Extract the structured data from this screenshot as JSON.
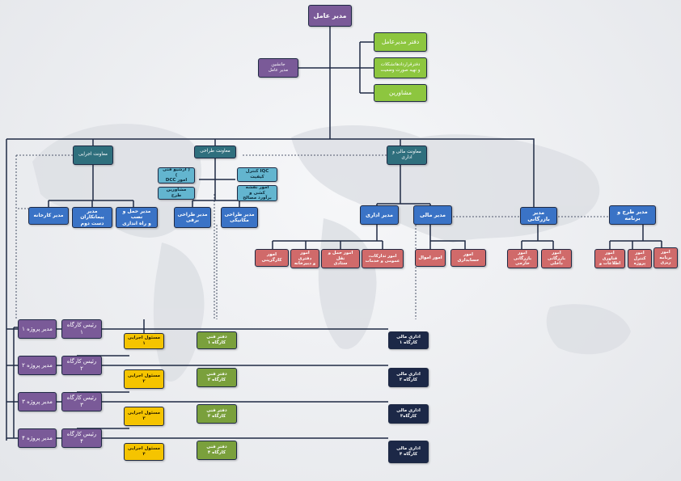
{
  "colors": {
    "purple": "#7a5a98",
    "green": "#8dc63f",
    "teal": "#2f6f7d",
    "light_teal": "#63b5cf",
    "blue": "#3a73c6",
    "red": "#d06a6a",
    "yellow": "#f5c400",
    "olive": "#7aa03c",
    "navy": "#1c2847",
    "line": "#1f2a44"
  },
  "top": {
    "ceo": "مدیر عامل",
    "deputy": "جانشین\nمدیر عامل",
    "office": "دفتر مدیرعامل",
    "contracts": "دفترقراردادهاتشکلات\nو تهیه صورت وضعیت",
    "advisors": "مشاورین"
  },
  "deputies": {
    "executive": "معاونت اجرایی",
    "engineering": "معاونت طراحی",
    "finance": "معاونت مالی و اداری"
  },
  "eng_units": {
    "archive": "( آرشیو فنی )\nامور DCC",
    "consultant": "مشاورین طرح",
    "qc": "IQC کنترل کیفیت",
    "survey": "امور نقشه کشی و\nبرآورد مصالح"
  },
  "managers": {
    "workshop": "مدیر کارخانه",
    "contractors": "مدیر پیمانکاران\nدست دوم",
    "install": "مدیر حمل و نصب\nو راه اندازی",
    "elec": "مدیر طراحی\nبرقی",
    "mech": "مدیر طراحی\nمکانیکی",
    "admin": "مدیر اداری",
    "fin": "مدیر مالی",
    "commerce": "مدیر بازرگانی",
    "planning": "مدیر طرح و برنامه"
  },
  "sub_units": {
    "hr": "امور کارگزینی",
    "office_aff": "امور دفتری\nو دبیرخانه",
    "transport": "امور حمل و نقل\nستادی",
    "relations": "امور تدارکات،\nعمومی و خدمات",
    "money": "امور اموال",
    "accounting": "امور حسابداری",
    "foreign": "امور بازرگانی\nخارجی",
    "domestic": "امور بازرگانی\nداخلی",
    "it": "امور فناوری\nاطلاعات و",
    "control": "امور کنترل\nپروژه",
    "program": "امور\nبرنامه ریزی"
  },
  "projects": [
    {
      "manager": "مدیر پروژه ۱",
      "site_head": "رئیس کارگاه ۱",
      "exec": "مسئول اجرایی ۱",
      "tech": "دفتر فنی کارگاه ۱",
      "admin": "اداری مالی کارگاه ۱"
    },
    {
      "manager": "مدیر پروژه ۲",
      "site_head": "رئیس کارگاه ۲",
      "exec": "مسئول اجرایی ۲",
      "tech": "دفتر فنی کارگاه ۲",
      "admin": "اداری مالی کارگاه ۲"
    },
    {
      "manager": "مدیر پروژه ۳",
      "site_head": "رئیس کارگاه ۳",
      "exec": "مسئول اجرایی ۳",
      "tech": "دفتر فنی کارگاه ۳",
      "admin": "اداری مالی کارگاه۳"
    },
    {
      "manager": "مدیر پروژه ۴",
      "site_head": "رئیس کارگاه ۴",
      "exec": "مسئول اجرایی ۴",
      "tech": "دفتر فنی کارگاه ۴",
      "admin": "اداری مالی کارگاه ۴"
    }
  ]
}
